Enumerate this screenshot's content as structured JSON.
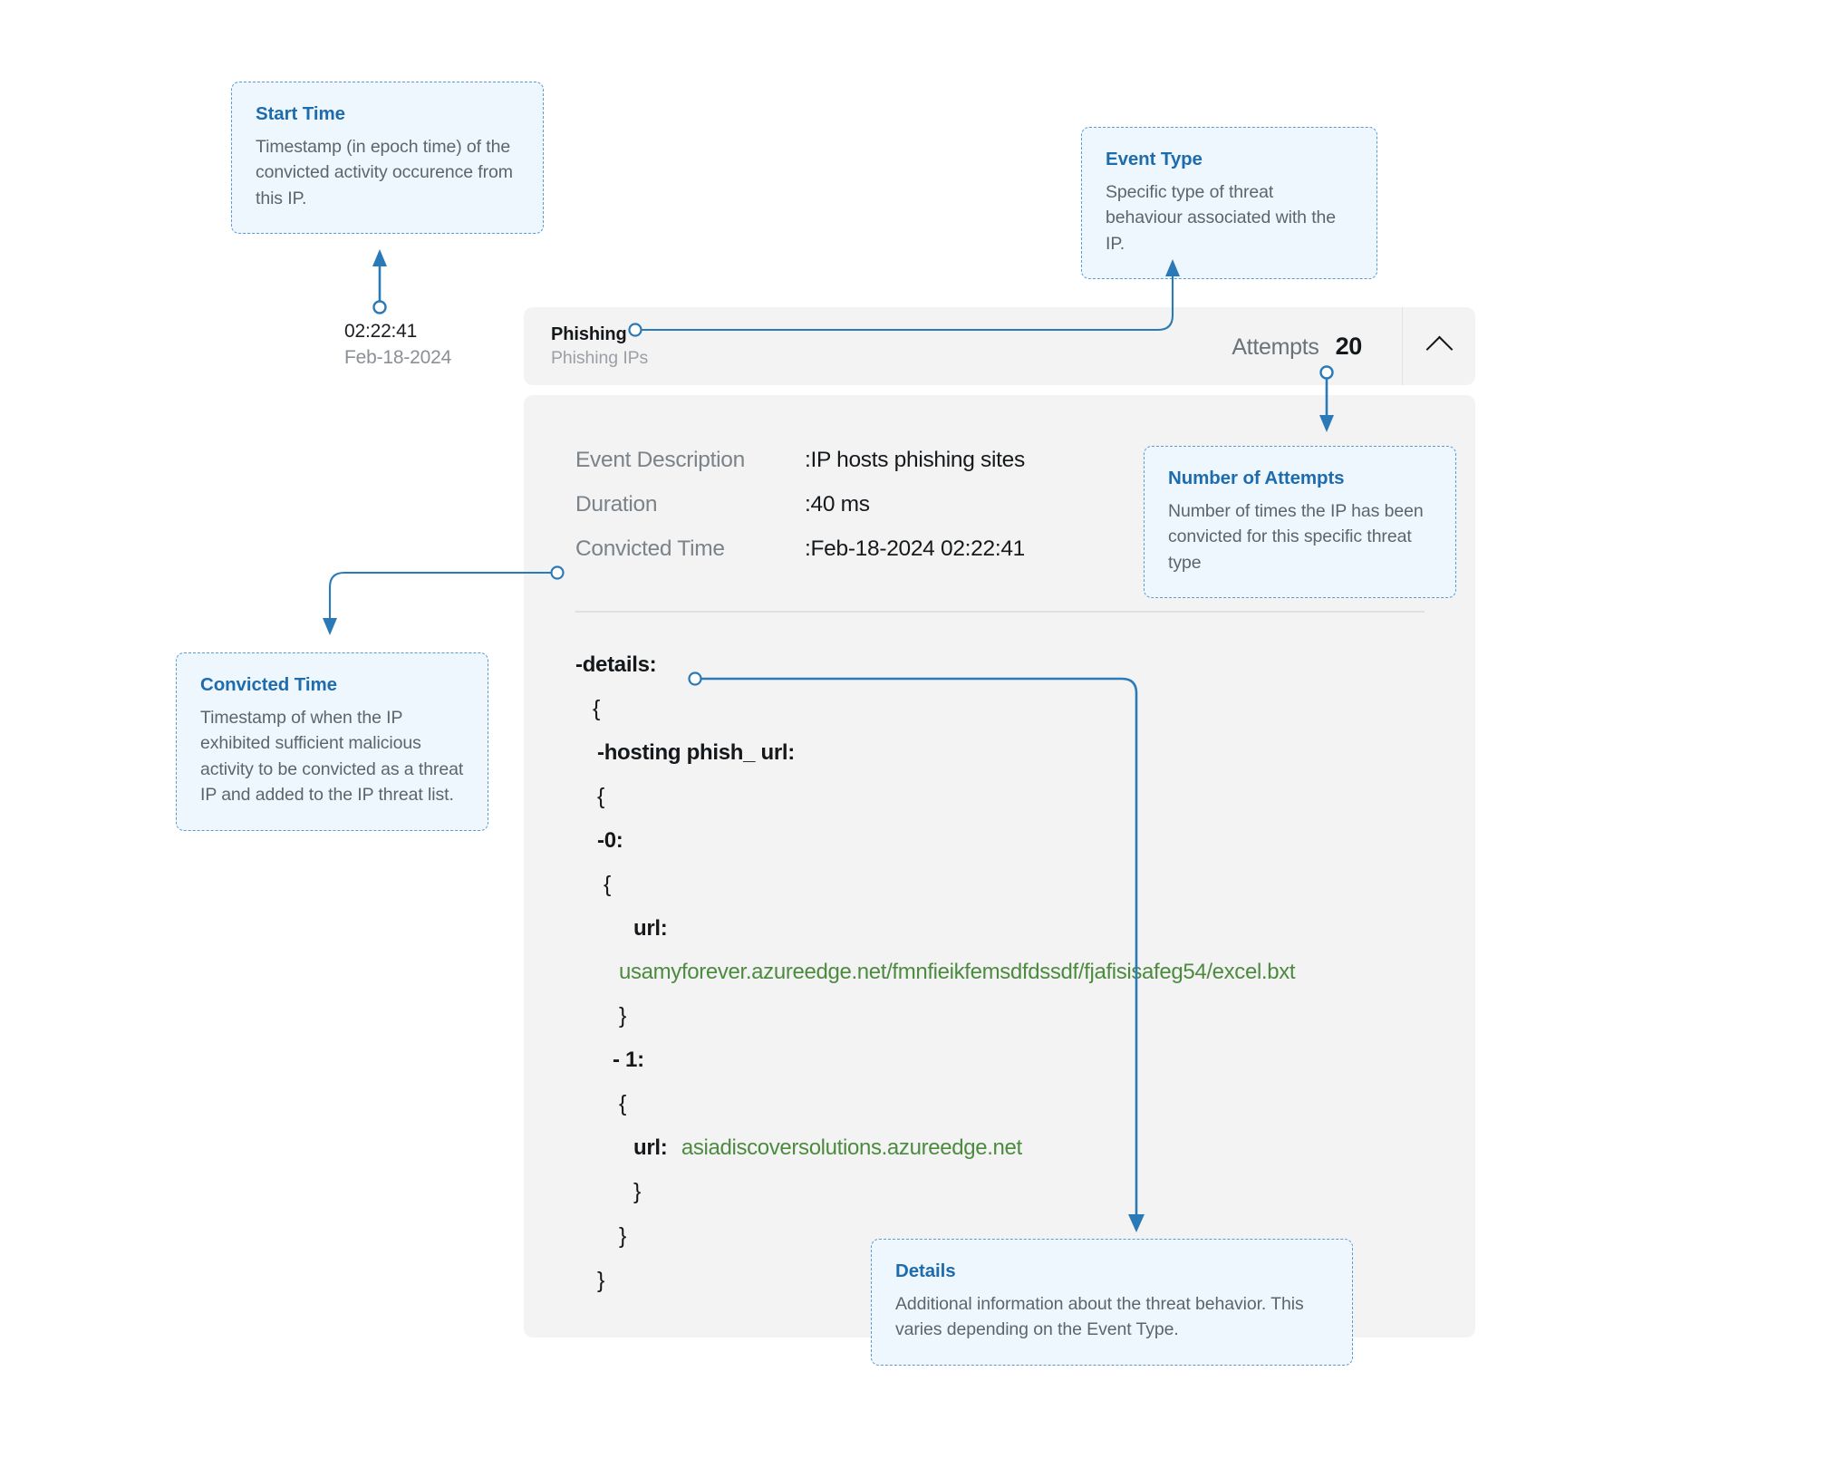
{
  "page": {
    "background": "#ffffff",
    "accent_blue": "#1f6cad",
    "connector_blue": "#2b7ab8",
    "callout_fill": "#eff7fe",
    "card_fill": "#f3f3f3",
    "url_green": "#4c8b3f"
  },
  "callouts": {
    "start_time": {
      "title": "Start Time",
      "body": "Timestamp (in epoch time) of the convicted activity occurence from this IP."
    },
    "event_type": {
      "title": "Event Type",
      "body": "Specific type of threat behaviour associated with the IP."
    },
    "number_of_attempts": {
      "title": "Number of Attempts",
      "body": "Number of times the IP has been convicted for this specific threat type"
    },
    "convicted_time": {
      "title": "Convicted Time",
      "body": "Timestamp of when the IP exhibited sufficient malicious activity to be convicted as a threat IP and added to the IP threat list."
    },
    "details": {
      "title": "Details",
      "body": "Additional information about the threat behavior. This varies depending on the Event Type."
    }
  },
  "timestamp": {
    "time": "02:22:41",
    "date": "Feb-18-2024"
  },
  "event_header": {
    "event_type": "Phishing",
    "event_subtitle": "Phishing IPs",
    "attempts_label": "Attempts",
    "attempts_value": "20",
    "collapse_icon": "chevron-up-icon"
  },
  "event_fields": [
    {
      "label": "Event Description",
      "value": ":IP hosts phishing sites"
    },
    {
      "label": "Duration",
      "value": ":40 ms"
    },
    {
      "label": "Convicted Time",
      "value": ":Feb-18-2024 02:22:41"
    }
  ],
  "details_tree": {
    "root_key": "-details:",
    "lines": [
      {
        "indent": 1,
        "text": "{",
        "kind": "brace"
      },
      {
        "indent": 2,
        "text": "-hosting phish_ url:",
        "kind": "key"
      },
      {
        "indent": 2,
        "text": "{",
        "kind": "brace"
      },
      {
        "indent": 2,
        "text": "-0:",
        "kind": "key"
      },
      {
        "indent": 3,
        "text": "{",
        "kind": "brace"
      },
      {
        "indent": 4,
        "text": "url:",
        "kind": "key"
      },
      {
        "indent": 4,
        "text": "usamyforever.azureedge.net/fmnfieikfemsdfdssdf/fjafisisafeg54/excel.bxt",
        "kind": "url"
      },
      {
        "indent": 3,
        "text": "}",
        "kind": "brace"
      },
      {
        "indent": 3,
        "text": "- 1:",
        "kind": "key"
      },
      {
        "indent": 3,
        "text": "{",
        "kind": "brace"
      },
      {
        "indent": 4,
        "text": "url:",
        "kind": "keyinline",
        "url": "asiadiscoversolutions.azureedge.net"
      },
      {
        "indent": 3,
        "text": "}",
        "kind": "brace"
      },
      {
        "indent": 2,
        "text": "}",
        "kind": "brace"
      },
      {
        "indent": 1,
        "text": "}",
        "kind": "brace"
      }
    ],
    "url_0": "usamyforever.azureedge.net/fmnfieikfemsdfdssdf/fjafisisafeg54/excel.bxt",
    "url_1": "asiadiscoversolutions.azureedge.net",
    "url_key_label": "url:",
    "item_0_label": "-0:",
    "item_1_label": "- 1:",
    "hosting_label": "-hosting phish_ url:"
  }
}
